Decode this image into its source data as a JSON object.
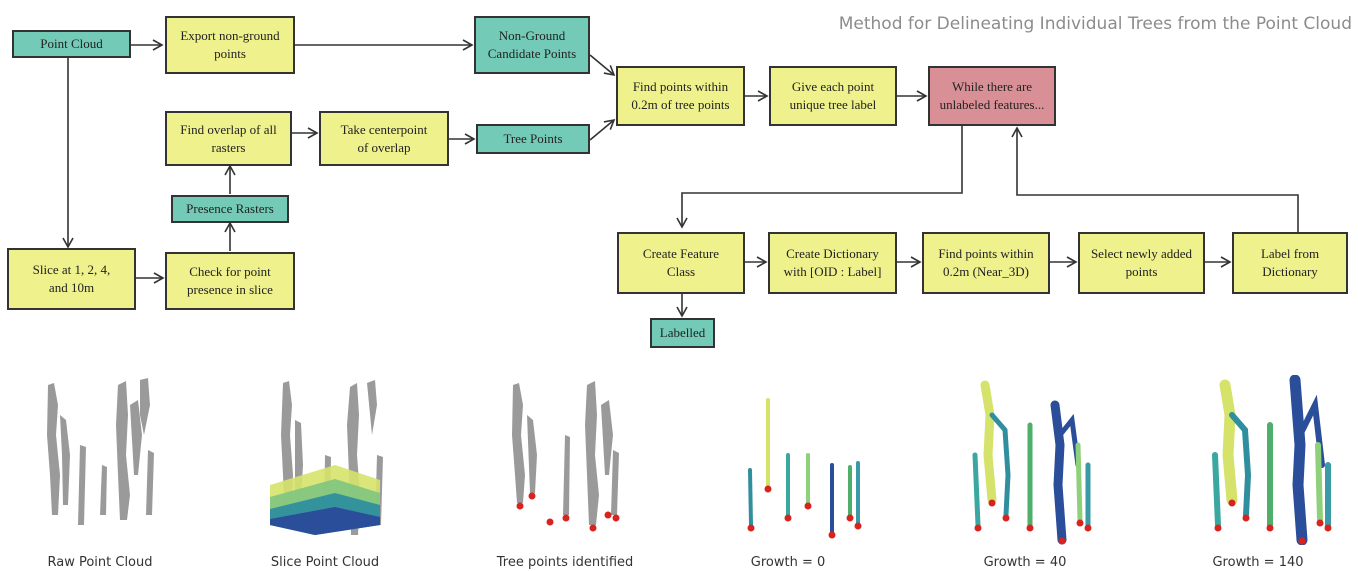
{
  "title": "Method for Delineating Individual Trees from the Point Cloud",
  "nodes": {
    "point_cloud": "Point Cloud",
    "export_nonground": "Export non-ground\npoints",
    "nonground_candidates": "Non-Ground\nCandidate Points",
    "find_within_tree": "Find points within\n0.2m of tree points",
    "unique_label": "Give each point\nunique tree label",
    "while_unlabeled": "While there are\nunlabeled features...",
    "find_overlap": "Find overlap of all\nrasters",
    "take_centerpoint": "Take centerpoint\nof overlap",
    "tree_points": "Tree Points",
    "presence_rasters": "Presence Rasters",
    "slice": "Slice at 1, 2, 4,\nand 10m",
    "check_presence": "Check for point\npresence in slice",
    "create_feature_class": "Create Feature\nClass",
    "create_dictionary": "Create Dictionary\nwith [OID : Label]",
    "find_near3d": "Find points within\n0.2m (Near_3D)",
    "select_newly": "Select newly added\npoints",
    "label_from_dict": "Label from\nDictionary",
    "labelled": "Labelled"
  },
  "colors": {
    "process": "#eef18c",
    "data": "#73cbb7",
    "loop": "#d98f96",
    "tree_gray": "#999999",
    "seed_red": "#d9231f"
  },
  "panels": [
    {
      "caption": "Raw Point Cloud"
    },
    {
      "caption": "Slice Point Cloud"
    },
    {
      "caption": "Tree points identified"
    },
    {
      "caption": "Growth = 0"
    },
    {
      "caption": "Growth = 40"
    },
    {
      "caption": "Growth = 140"
    }
  ]
}
